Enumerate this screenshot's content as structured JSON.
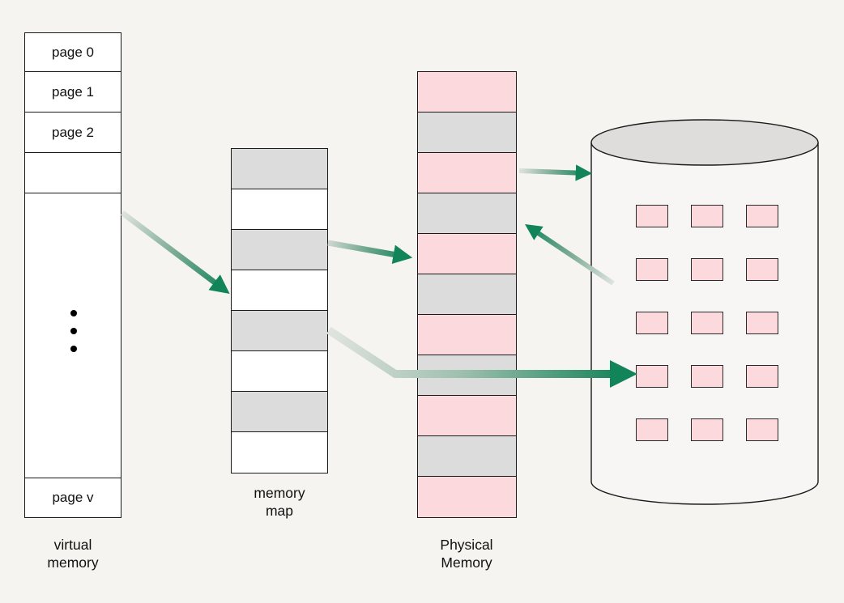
{
  "colors": {
    "background": "#f5f4f1",
    "cell_white": "#ffffff",
    "cell_gray": "#dcdcdc",
    "cell_pink": "#fcd9dd",
    "outline": "#1a1a1a",
    "arrow_tail": "#dfe3df",
    "arrow_head": "#12845a",
    "disk_top": "#dedddb",
    "disk_body": "#f7f6f4"
  },
  "virtual_memory": {
    "label_lines": [
      "virtual",
      "memory"
    ],
    "cells": [
      "page 0",
      "page 1",
      "page 2",
      "",
      "",
      "page v"
    ]
  },
  "memory_map": {
    "label_lines": [
      "memory",
      "map"
    ],
    "cell_fills": [
      "gray",
      "white",
      "gray",
      "white",
      "gray",
      "white",
      "gray",
      "white"
    ]
  },
  "physical_memory": {
    "label_lines": [
      "Physical",
      "Memory"
    ],
    "cell_fills": [
      "pink",
      "gray",
      "pink",
      "gray",
      "pink",
      "gray",
      "pink",
      "gray",
      "pink",
      "gray",
      "pink"
    ]
  },
  "disk": {
    "block_fills": [
      "pink",
      "pink",
      "pink",
      "pink",
      "pink",
      "pink",
      "pink",
      "pink",
      "pink",
      "pink",
      "pink",
      "pink",
      "pink",
      "pink",
      "pink"
    ]
  },
  "arrows": [
    {
      "from": "virtual memory",
      "to": "memory map"
    },
    {
      "from": "memory map",
      "to": "Physical Memory"
    },
    {
      "from": "memory map",
      "to": "disk"
    },
    {
      "from": "Physical Memory",
      "to": "disk"
    },
    {
      "from": "disk",
      "to": "Physical Memory"
    }
  ]
}
